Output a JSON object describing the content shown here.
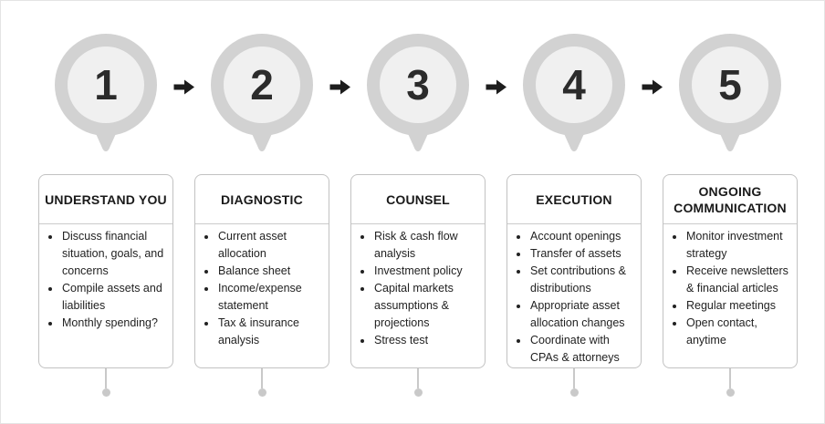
{
  "process": {
    "steps": [
      {
        "number": "1",
        "title": "UNDERSTAND YOU",
        "bullets": [
          "Discuss financial situation, goals, and concerns",
          "Compile assets and liabilities",
          "Monthly spending?"
        ]
      },
      {
        "number": "2",
        "title": "DIAGNOSTIC",
        "bullets": [
          "Current asset allocation",
          "Balance sheet",
          "Income/expense statement",
          "Tax & insurance analysis"
        ]
      },
      {
        "number": "3",
        "title": "COUNSEL",
        "bullets": [
          "Risk & cash flow analysis",
          "Investment policy",
          "Capital markets assumptions & projections",
          "Stress test"
        ]
      },
      {
        "number": "4",
        "title": "EXECUTION",
        "bullets": [
          "Account openings",
          "Transfer of assets",
          "Set contributions & distributions",
          "Appropriate asset allocation changes",
          "Coordinate with CPAs & attorneys"
        ]
      },
      {
        "number": "5",
        "title": "ONGOING COMMUNICATION",
        "bullets": [
          "Monitor investment strategy",
          "Receive newsletters & financial articles",
          "Regular meetings",
          "Open contact, anytime"
        ]
      }
    ],
    "arrow_icon": "right-arrow",
    "colors": {
      "pin_ring": "#d2d2d2",
      "pin_inner": "#f0f0f0",
      "number_text": "#2b2b2b",
      "arrow": "#1d1d1d",
      "card_border": "#c2c2c2",
      "body_text": "#222222",
      "connector": "#c9c9c9"
    }
  }
}
